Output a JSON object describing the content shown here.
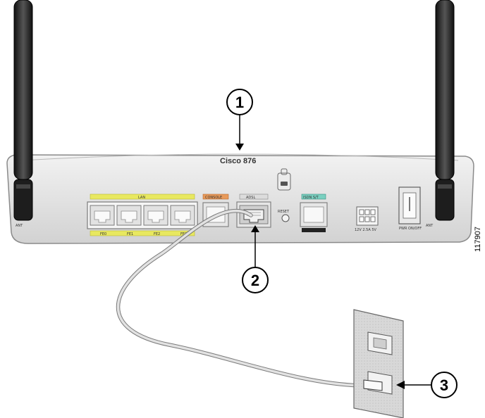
{
  "device": {
    "brand_label": "Cisco 876",
    "port_labels": {
      "lan": "LAN",
      "lan_fe0": "FE0",
      "lan_fe1": "FE1",
      "lan_fe2": "FE2",
      "lan_fe3": "FE3",
      "console": "CONSOLE",
      "adsl": "ADSL",
      "reset": "RESET",
      "isdn": "ISDN S/T",
      "power_label": "12V 2.5A 5V",
      "switch_label": "PWR ON/OFF",
      "antenna_left": "ANT",
      "antenna_right": "ANT"
    }
  },
  "callouts": [
    {
      "number": "1"
    },
    {
      "number": "2"
    },
    {
      "number": "3"
    }
  ],
  "figure_id": "117907",
  "colors": {
    "chassis": "#e4e4e4",
    "chassis_edge": "#8a8a8a",
    "antenna": "#2a2a2a",
    "lan_strip": "#e8e860",
    "console_strip": "#e89a5a",
    "isdn_strip": "#7ad0c0",
    "cable": "#d8d8d8",
    "wall_plate": "#d6d6d6"
  }
}
